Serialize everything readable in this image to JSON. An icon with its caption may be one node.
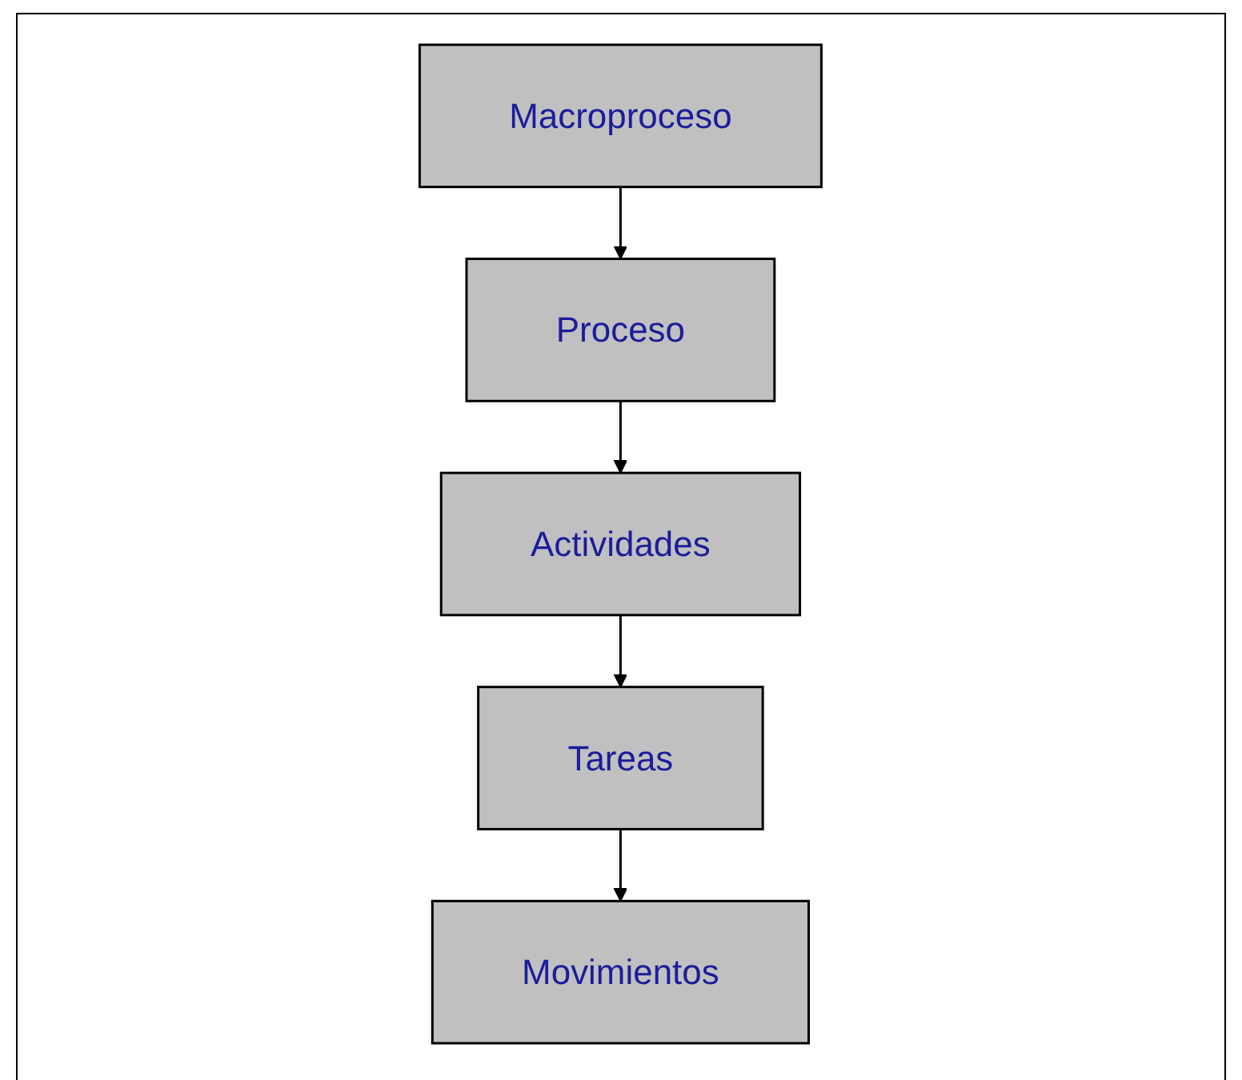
{
  "diagram": {
    "nodes": [
      {
        "text": [
          "Macroproceso"
        ]
      },
      {
        "text": [
          "Proceso"
        ]
      },
      {
        "text": [
          "Actividades"
        ]
      },
      {
        "text": [
          "Tareas"
        ]
      },
      {
        "text": [
          "Movimientos"
        ]
      }
    ],
    "edges": [
      {
        "from": 0,
        "to": 1,
        "arrow": "to"
      },
      {
        "from": 1,
        "to": 2,
        "arrow": "to"
      },
      {
        "from": 2,
        "to": 3,
        "arrow": "to"
      },
      {
        "from": 3,
        "to": 4,
        "arrow": "to"
      }
    ]
  }
}
